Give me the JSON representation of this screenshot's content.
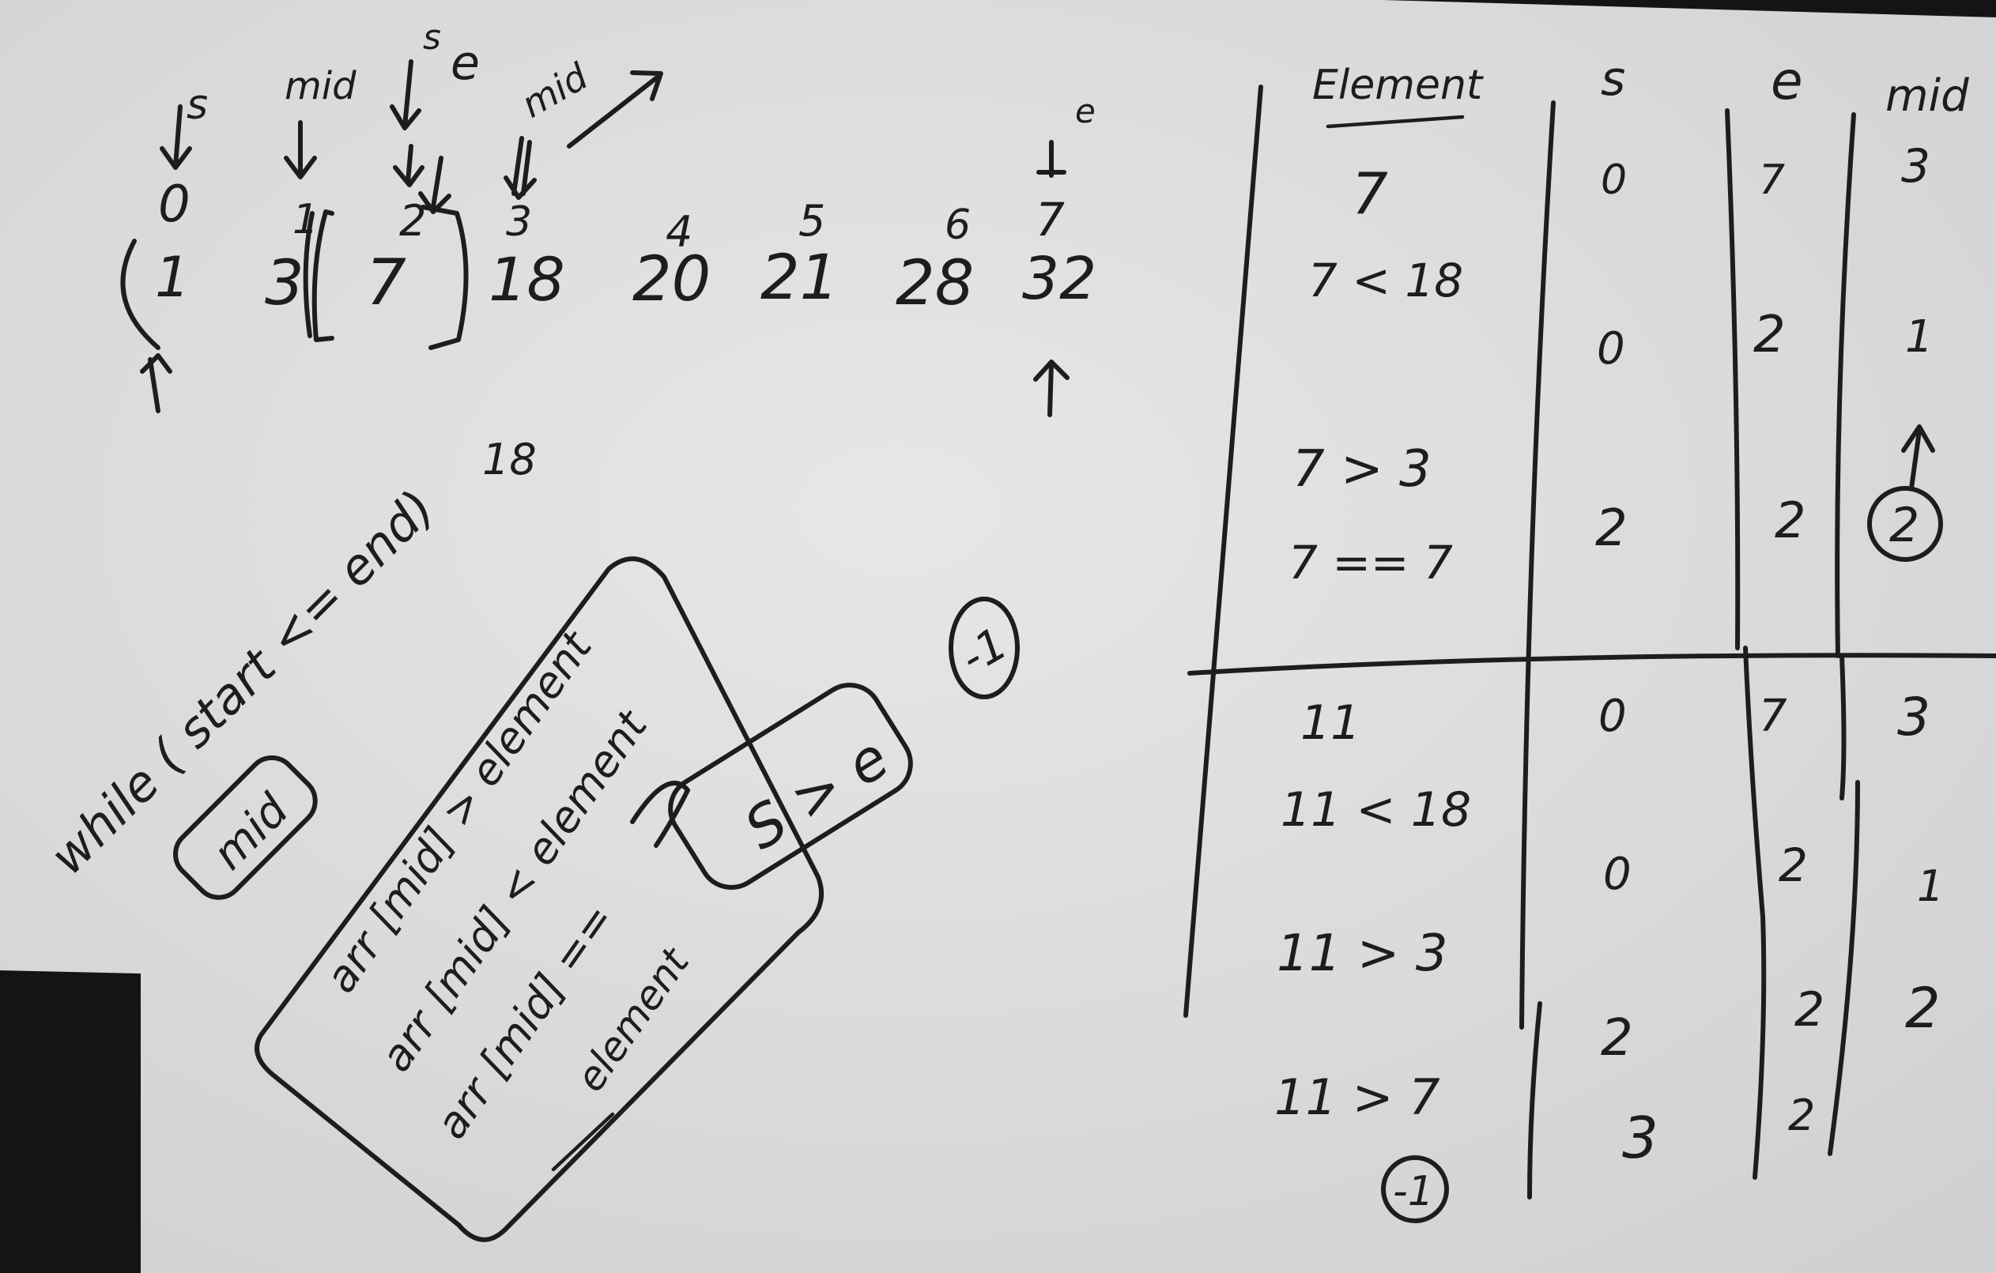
{
  "colors": {
    "board": "#dcdddd",
    "ink": "#1d1d1f",
    "dark_edge": "#141416"
  },
  "array": {
    "indices": [
      "0",
      "1",
      "2",
      "3",
      "4",
      "5",
      "6",
      "7"
    ],
    "values": [
      "1",
      "3",
      "7",
      "18",
      "20",
      "21",
      "28",
      "32"
    ],
    "pointer_labels": {
      "start": "s",
      "end": "e",
      "mid": "mid"
    }
  },
  "loose_number": "18",
  "code": {
    "while_line": "while ( start <= end)",
    "mid_box": "mid",
    "cond_gt": "arr [mid] > element",
    "cond_lt": "arr [mid] < element",
    "cond_eq": "arr [mid] ==",
    "cond_eq_cont": "element",
    "s_gt_e": "S > e",
    "circled_result": "-1"
  },
  "trace_table": {
    "headers": [
      "Element",
      "s",
      "e",
      "mid"
    ],
    "upper": {
      "element_notes": [
        "7",
        "7 < 18",
        "7 > 3",
        "7 == 7"
      ],
      "s_values": [
        "0",
        "0",
        "2"
      ],
      "e_values": [
        "7",
        "2",
        "2"
      ],
      "mid_values": [
        "3",
        "1",
        "2"
      ]
    },
    "lower": {
      "element_notes": [
        "11",
        "11 < 18",
        "11 > 3",
        "11 > 7"
      ],
      "s_values": [
        "0",
        "0",
        "2",
        "3"
      ],
      "e_values": [
        "7",
        "2",
        "2",
        "2"
      ],
      "mid_values": [
        "3",
        "1",
        "2"
      ],
      "circled_result": "-1"
    }
  }
}
